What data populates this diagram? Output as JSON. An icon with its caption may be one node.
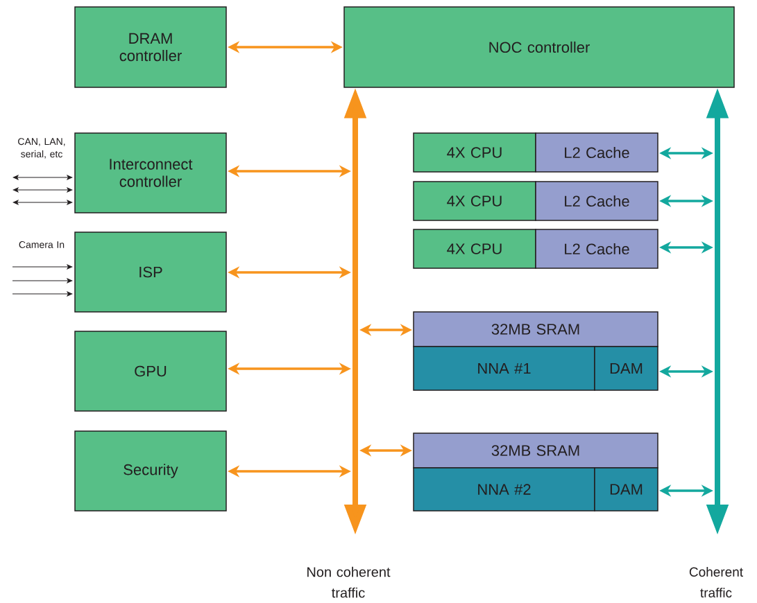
{
  "diagram": {
    "nodes": [
      {
        "text": [
          "DRAM controller"
        ]
      },
      {
        "text": [
          "NOC controller"
        ]
      },
      {
        "text": [
          "Interconnect controller"
        ]
      },
      {
        "text": [
          "ISP"
        ]
      },
      {
        "text": [
          "GPU"
        ]
      },
      {
        "text": [
          "Security"
        ]
      },
      {
        "text": [],
        "shape": "bar"
      },
      {
        "text": [
          "4X CPU"
        ]
      },
      {
        "text": [
          "L2 Cache"
        ]
      },
      {
        "text": [
          "4X CPU"
        ]
      },
      {
        "text": [
          "L2 Cache"
        ]
      },
      {
        "text": [
          "4X CPU"
        ]
      },
      {
        "text": [
          "L2 Cache"
        ]
      },
      {
        "text": [
          "32MB SRAM"
        ]
      },
      {
        "text": [
          "NNA #1"
        ]
      },
      {
        "text": [
          "DAM"
        ]
      },
      {
        "text": [
          "32MB SRAM"
        ]
      },
      {
        "text": [
          "NNA #2"
        ]
      },
      {
        "text": [
          "DAM"
        ]
      },
      {
        "text": [],
        "shape": "bar"
      }
    ],
    "edges": [
      {
        "from": 0,
        "to": 1,
        "arrow": "both"
      },
      {
        "from": 6,
        "to": 1,
        "arrow": "to",
        "style": "thick"
      },
      {
        "from": 6,
        "to": null,
        "arrow": "to",
        "style": "thick"
      },
      {
        "from": 2,
        "to": 6,
        "arrow": "both"
      },
      {
        "from": 3,
        "to": 6,
        "arrow": "both"
      },
      {
        "from": 4,
        "to": 6,
        "arrow": "both"
      },
      {
        "from": 5,
        "to": 6,
        "arrow": "both"
      },
      {
        "from": 6,
        "to": 13,
        "arrow": "both"
      },
      {
        "from": 6,
        "to": 16,
        "arrow": "both"
      },
      {
        "from": 8,
        "to": 19,
        "arrow": "both",
        "color": "#13a89e"
      },
      {
        "from": 10,
        "to": 19,
        "arrow": "both",
        "color": "#13a89e"
      },
      {
        "from": 12,
        "to": 19,
        "arrow": "both",
        "color": "#13a89e"
      },
      {
        "from": 15,
        "to": 19,
        "arrow": "both",
        "color": "#13a89e"
      },
      {
        "from": 18,
        "to": 19,
        "arrow": "both",
        "color": "#13a89e"
      },
      {
        "from": 19,
        "to": 1,
        "arrow": "to",
        "style": "thick",
        "color": "#13a89e"
      },
      {
        "from": 19,
        "to": null,
        "arrow": "to",
        "style": "thick",
        "color": "#13a89e"
      },
      {
        "from": null,
        "to": 2,
        "arrow": "both",
        "color": "#231f20"
      },
      {
        "from": null,
        "to": 2,
        "arrow": "both",
        "color": "#231f20"
      },
      {
        "from": null,
        "to": 2,
        "arrow": "both",
        "color": "#231f20"
      },
      {
        "from": null,
        "to": 3,
        "arrow": "to",
        "color": "#231f20"
      },
      {
        "from": null,
        "to": 3,
        "arrow": "to",
        "color": "#231f20"
      },
      {
        "from": null,
        "to": 3,
        "arrow": "to",
        "color": "#231f20"
      }
    ],
    "labels": [
      "CAN, LAN, serial, etc",
      "Camera In",
      "Non coherent traffic",
      "Coherent traffic"
    ]
  }
}
